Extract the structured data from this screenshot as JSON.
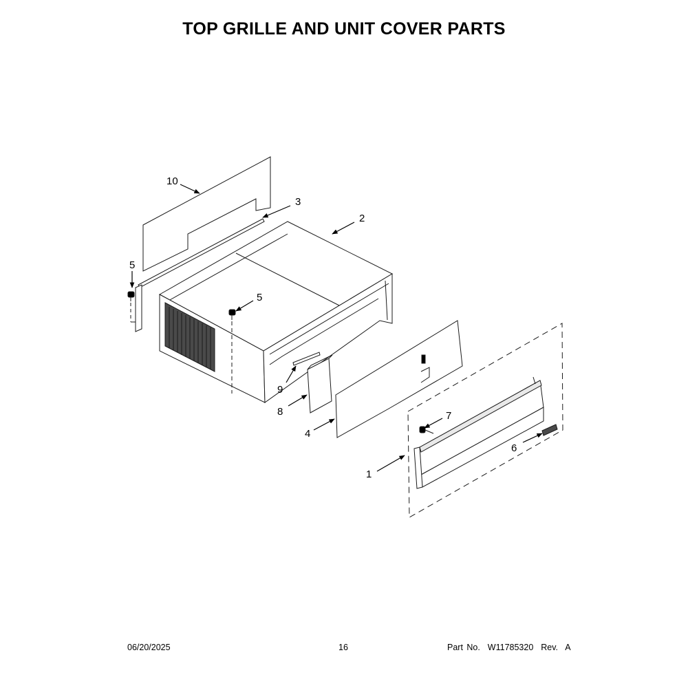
{
  "title": "TOP GRILLE AND UNIT COVER PARTS",
  "callouts": [
    {
      "id": "10",
      "label": "10"
    },
    {
      "id": "3",
      "label": "3"
    },
    {
      "id": "2",
      "label": "2"
    },
    {
      "id": "5a",
      "label": "5"
    },
    {
      "id": "5b",
      "label": "5"
    },
    {
      "id": "9",
      "label": "9"
    },
    {
      "id": "8",
      "label": "8"
    },
    {
      "id": "4",
      "label": "4"
    },
    {
      "id": "7",
      "label": "7"
    },
    {
      "id": "6",
      "label": "6"
    },
    {
      "id": "1",
      "label": "1"
    }
  ],
  "footer": {
    "date": "06/20/2025",
    "page": "16",
    "part_number": "Part No.  W11785320  Rev.  A"
  }
}
